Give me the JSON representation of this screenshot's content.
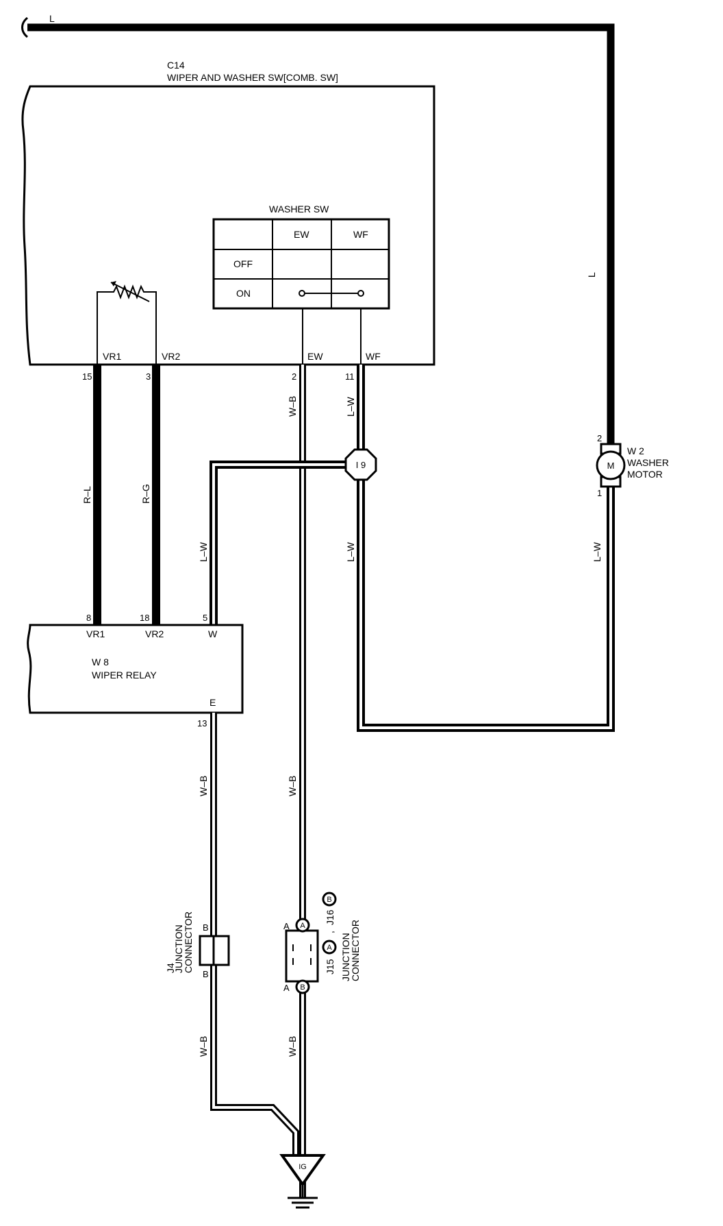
{
  "wires": {
    "top_l": "L",
    "right_l": "L",
    "vr1_color": "R–L",
    "vr2_color": "R–G",
    "ew_color": "W–B",
    "wf_color": "L–W",
    "i9_down": "L–W",
    "relay_w": "L–W",
    "motor_down": "L–W",
    "relay_e": "W–B",
    "ew_lower": "W–B",
    "j4_lower": "W–B",
    "j15_lower": "W–B"
  },
  "switch": {
    "code": "C14",
    "name": "WIPER AND WASHER SW[COMB.  SW]",
    "pins": [
      {
        "label": "VR1",
        "num": "15"
      },
      {
        "label": "VR2",
        "num": "3"
      },
      {
        "label": "EW",
        "num": "2"
      },
      {
        "label": "WF",
        "num": "11"
      }
    ]
  },
  "washer_table": {
    "title": "WASHER SW",
    "col1": "EW",
    "col2": "WF",
    "row_off": "OFF",
    "row_on": "ON"
  },
  "relay": {
    "code": "W 8",
    "name": "WIPER RELAY",
    "pins": [
      {
        "label": "VR1",
        "num": "8"
      },
      {
        "label": "VR2",
        "num": "18"
      },
      {
        "label": "W",
        "num": "5"
      },
      {
        "label": "E",
        "num": "13"
      }
    ]
  },
  "motor": {
    "code": "W 2",
    "name_line1": "WASHER",
    "name_line2": "MOTOR",
    "symbol": "M",
    "pin_top": "2",
    "pin_bottom": "1"
  },
  "junction_i9": "I 9",
  "j4": {
    "code": "J4",
    "line1": "JUNCTION",
    "line2": "CONNECTOR",
    "pin_top": "B",
    "pin_bottom": "B"
  },
  "j15": {
    "code_a": "J15",
    "code_b": "J16",
    "sep": ",",
    "line1": "JUNCTION",
    "line2": "CONNECTOR",
    "pin_top": "A",
    "pin_bottom": "A",
    "circle_top": "A",
    "circle_bottom": "B",
    "circle_j15": "A",
    "circle_j16": "B"
  },
  "ground": "IG"
}
